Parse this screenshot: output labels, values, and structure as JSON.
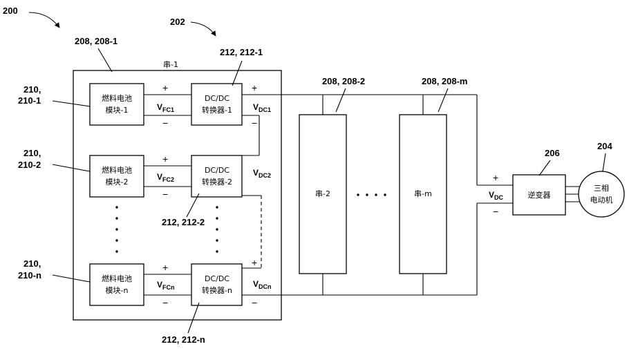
{
  "refs": {
    "system": "200",
    "string_group": "202",
    "string_1": "208, 208-1",
    "string_2": "208, 208-2",
    "string_m": "208, 208-m",
    "fc_1": [
      "210,",
      "210-1"
    ],
    "fc_2": [
      "210,",
      "210-2"
    ],
    "fc_n": [
      "210,",
      "210-n"
    ],
    "conv_1": "212, 212-1",
    "conv_2": "212, 212-2",
    "conv_n": "212, 212-n",
    "inverter": "206",
    "motor": "204"
  },
  "blocks": {
    "string_1_title": "串-1",
    "fc_1": [
      "燃料电池",
      "模块-1"
    ],
    "fc_2": [
      "燃料电池",
      "模块-2"
    ],
    "fc_n": [
      "燃料电池",
      "模块-n"
    ],
    "conv_1": [
      "DC/DC",
      "转换器-1"
    ],
    "conv_2": [
      "DC/DC",
      "转换器-2"
    ],
    "conv_n": [
      "DC/DC",
      "转换器-n"
    ],
    "string_2": "串-2",
    "string_m": "串-m",
    "inverter": "逆变器",
    "motor": [
      "三相",
      "电动机"
    ]
  },
  "signs": {
    "plus": "+",
    "minus": "−"
  },
  "voltages": {
    "v": "V",
    "fc1": "FC1",
    "fc2": "FC2",
    "fcn": "FCn",
    "dc1": "DC1",
    "dc2": "DC2",
    "dcn": "DCn",
    "dc": "DC"
  }
}
